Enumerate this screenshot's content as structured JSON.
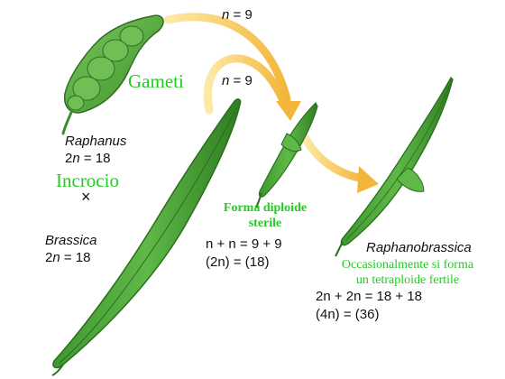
{
  "arrows": {
    "top_label_prefix": "n",
    "top_label_value": " = 9",
    "mid_label_prefix": "n",
    "mid_label_value": " = 9",
    "color": "#f6c04a"
  },
  "gametes_label": "Gameti",
  "raphanus": {
    "name": "Raphanus",
    "ploidy_prefix": "2",
    "ploidy_var": "n",
    "ploidy_value": " = 18"
  },
  "cross": {
    "label": "Incrocio",
    "symbol": "×"
  },
  "brassica": {
    "name": "Brassica",
    "ploidy_prefix": "2",
    "ploidy_var": "n",
    "ploidy_value": " = 18"
  },
  "hybrid": {
    "note_line1": "Forma diploide",
    "note_line2": "sterile",
    "formula_line1": "n + n = 9 + 9",
    "formula_line2": "(2n) = (18)"
  },
  "raphanobrassica": {
    "name": "Raphanobrassica",
    "note_line1": "Occasionalmente si forma",
    "note_line2": "un tetraploide fertile",
    "formula_line1": "2n + 2n = 18 + 18",
    "formula_line2": "(4n) = (36)"
  },
  "colors": {
    "label_green": "#22cc22",
    "plant_green": "#4caf3a",
    "plant_dark": "#2e7a22",
    "arrow_yellow": "#f6c04a"
  }
}
